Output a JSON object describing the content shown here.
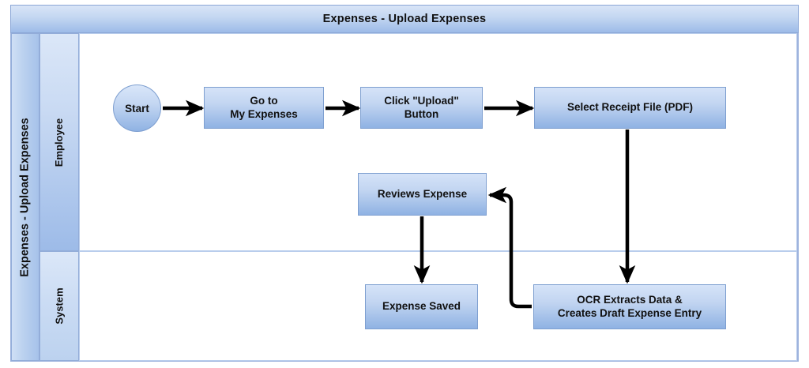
{
  "diagram": {
    "title": "Expenses - Upload Expenses",
    "pool_label": "Expenses - Upload Expenses",
    "lanes": [
      {
        "id": "employee",
        "label": "Employee"
      },
      {
        "id": "system",
        "label": "System"
      }
    ],
    "nodes": [
      {
        "id": "start",
        "label": "Start",
        "shape": "circle",
        "lane": "employee"
      },
      {
        "id": "go-to-my-expenses",
        "label": "Go to\nMy Expenses",
        "line1": "Go to",
        "line2": "My Expenses",
        "shape": "rectangle",
        "lane": "employee"
      },
      {
        "id": "click-upload",
        "label": "Click \"Upload\"\nButton",
        "line1": "Click \"Upload\"",
        "line2": "Button",
        "shape": "rectangle",
        "lane": "employee"
      },
      {
        "id": "select-receipt",
        "label": "Select Receipt File (PDF)",
        "line1": "Select Receipt File (PDF)",
        "line2": "",
        "shape": "rectangle",
        "lane": "employee"
      },
      {
        "id": "reviews-expense",
        "label": "Reviews Expense",
        "line1": "Reviews Expense",
        "line2": "",
        "shape": "rectangle",
        "lane": "employee"
      },
      {
        "id": "expense-saved",
        "label": "Expense Saved",
        "line1": "Expense Saved",
        "line2": "",
        "shape": "rectangle",
        "lane": "system"
      },
      {
        "id": "ocr-extracts",
        "label": "OCR Extracts Data &\nCreates Draft Expense Entry",
        "line1": "OCR Extracts Data &",
        "line2": "Creates Draft Expense Entry",
        "shape": "rectangle",
        "lane": "system"
      }
    ],
    "edges": [
      {
        "from": "start",
        "to": "go-to-my-expenses",
        "label": ""
      },
      {
        "from": "go-to-my-expenses",
        "to": "click-upload",
        "label": ""
      },
      {
        "from": "click-upload",
        "to": "select-receipt",
        "label": ""
      },
      {
        "from": "select-receipt",
        "to": "ocr-extracts",
        "label": ""
      },
      {
        "from": "ocr-extracts",
        "to": "reviews-expense",
        "label": ""
      },
      {
        "from": "reviews-expense",
        "to": "expense-saved",
        "label": ""
      }
    ],
    "colors": {
      "node_fill_top": "#d5e3f8",
      "node_fill_bottom": "#8fb2e3",
      "node_border": "#7e9fd0",
      "title_fill_top": "#d9e5f7",
      "title_fill_bottom": "#9dbbe8",
      "frame_border": "#9db3dd",
      "lane_border": "#93add9",
      "connector": "#000000",
      "background": "#ffffff"
    }
  }
}
